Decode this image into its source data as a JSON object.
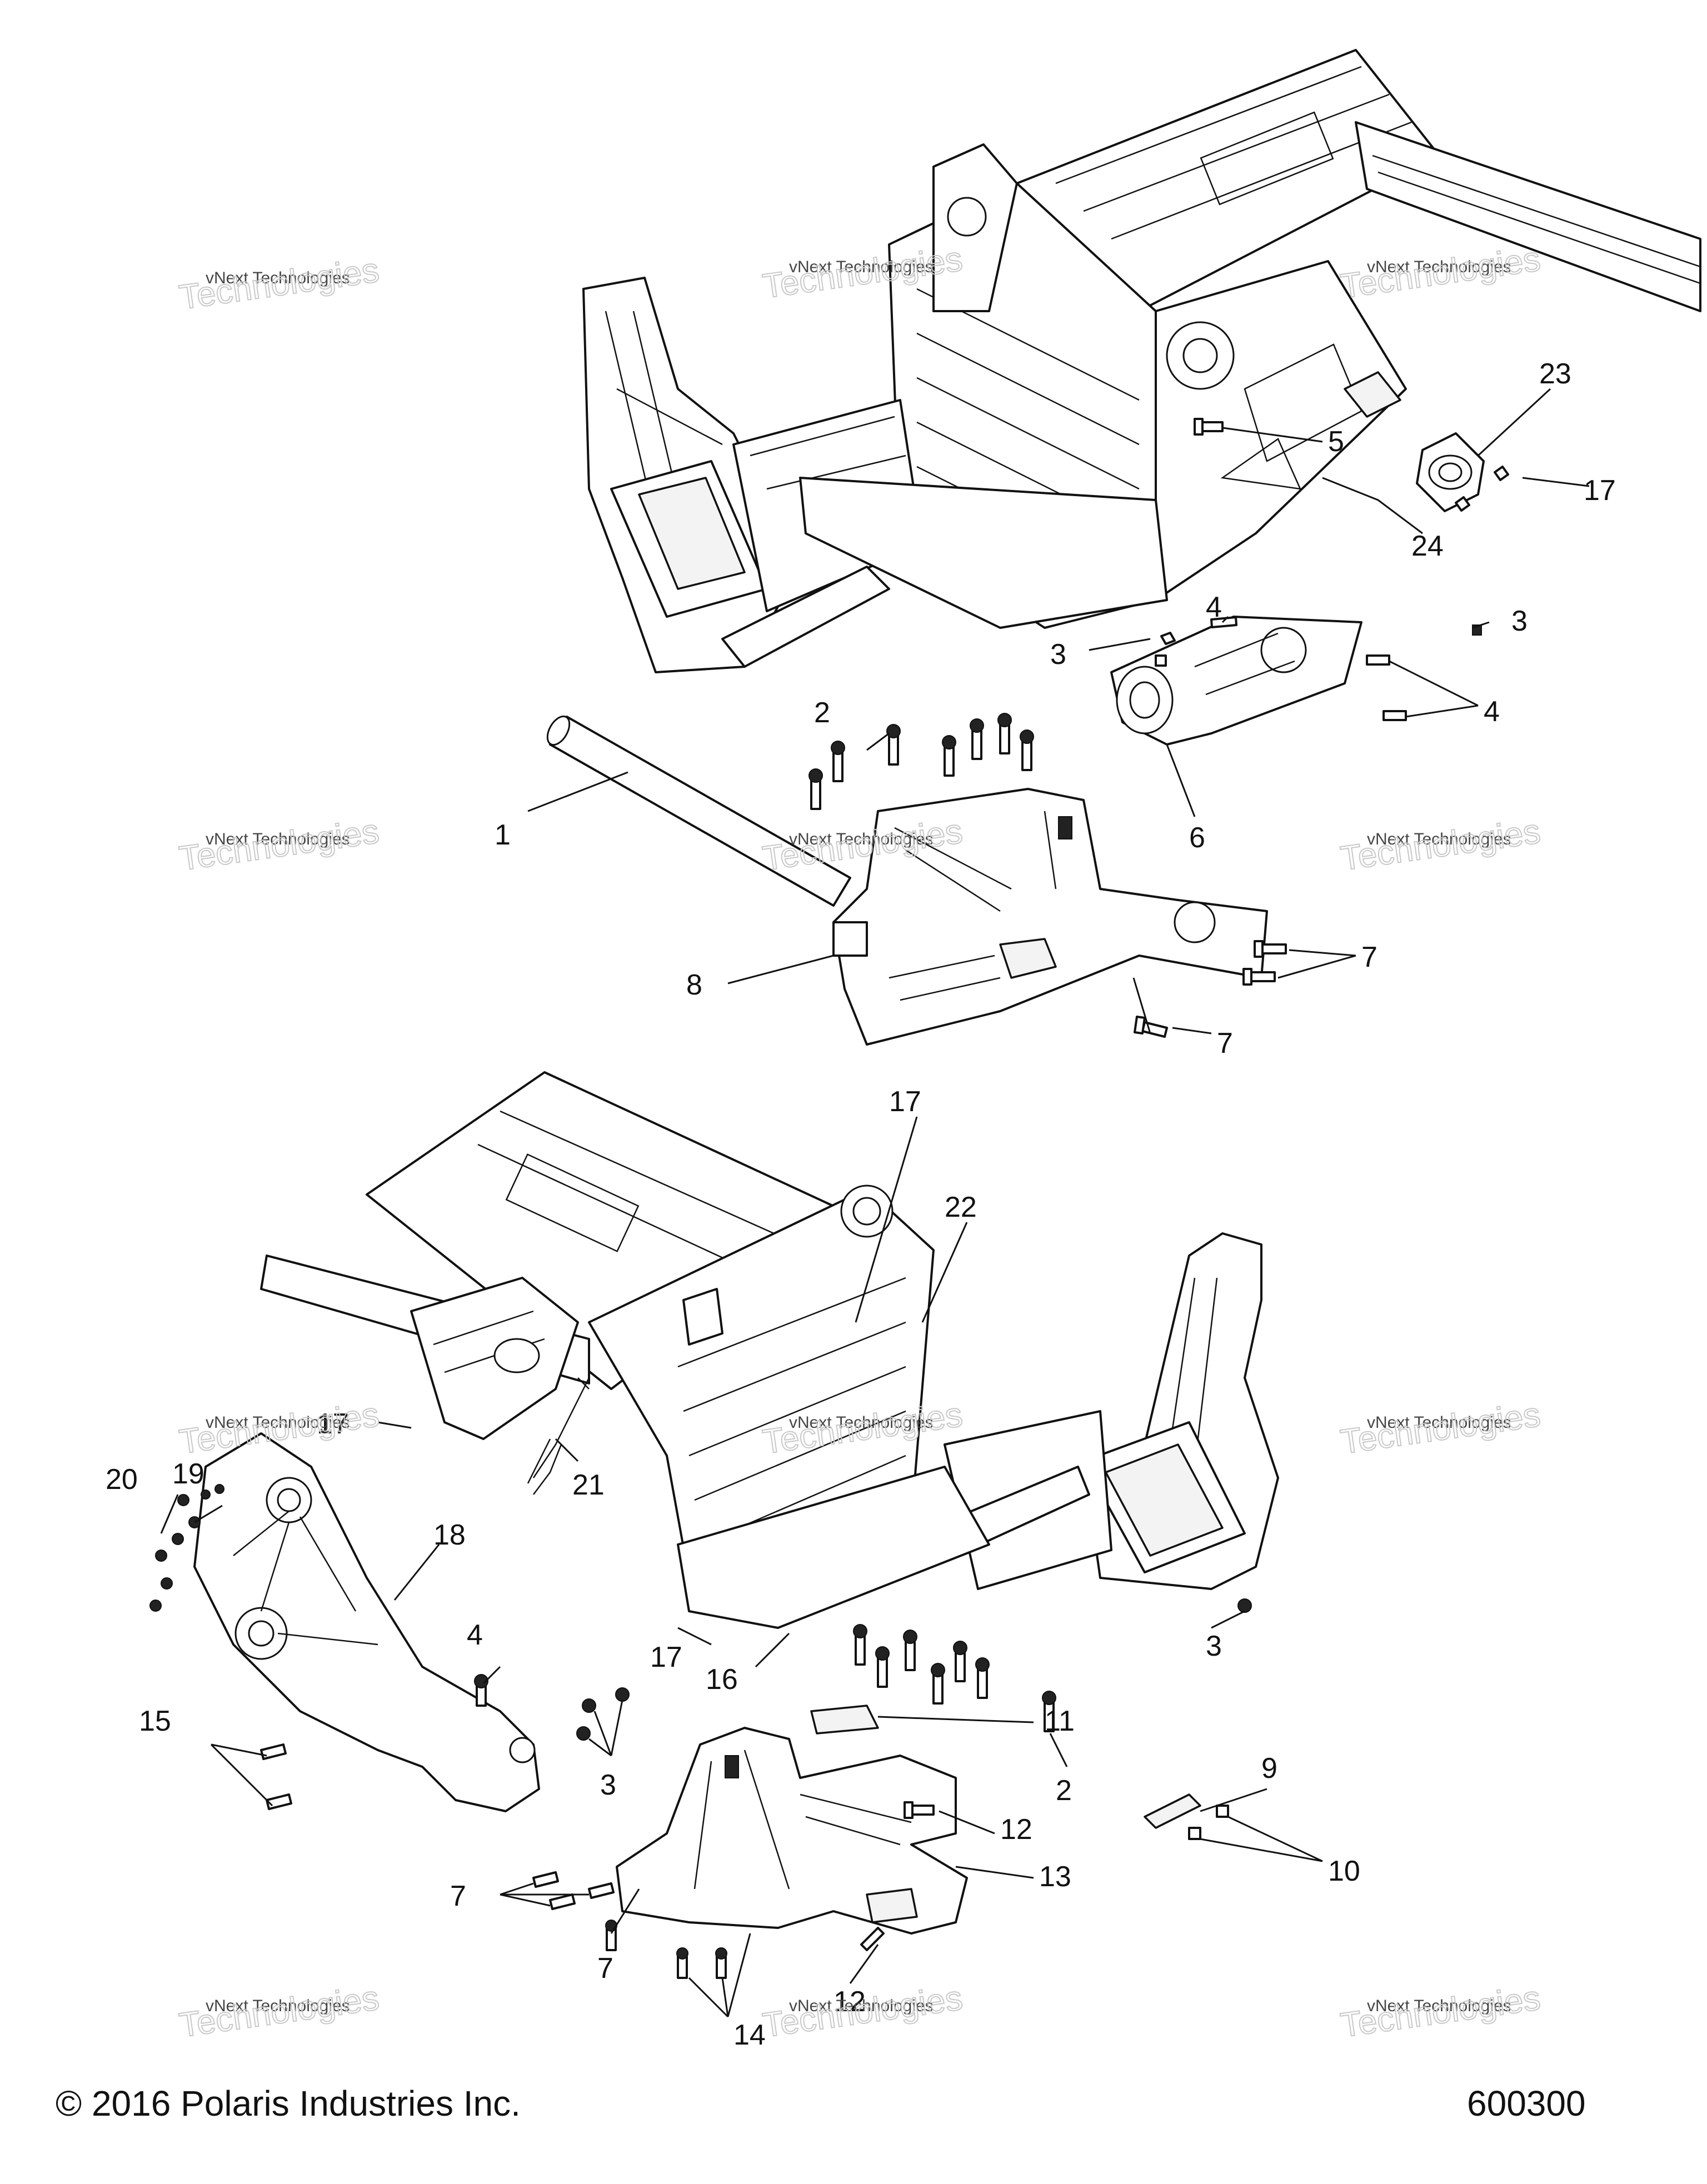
{
  "footer": {
    "copyright": "© 2016 Polaris Industries Inc.",
    "figure_number": "600300"
  },
  "watermark": {
    "line1": "vNext Technologies",
    "line2": "Technologies"
  },
  "callouts": {
    "c1": "1",
    "c2a": "2",
    "c2b": "2",
    "c3a": "3",
    "c3b": "3",
    "c3c": "3",
    "c3d": "3",
    "c4a": "4",
    "c4b": "4",
    "c4c": "4",
    "c5": "5",
    "c6": "6",
    "c7a": "7",
    "c7b": "7",
    "c7c": "7",
    "c7d": "7",
    "c8": "8",
    "c9": "9",
    "c10": "10",
    "c11": "11",
    "c12a": "12",
    "c12b": "12",
    "c13": "13",
    "c14": "14",
    "c15": "15",
    "c16": "16",
    "c17a": "17",
    "c17b": "17",
    "c17c": "17",
    "c17d": "17",
    "c18": "18",
    "c19": "19",
    "c20": "20",
    "c21": "21",
    "c22": "22",
    "c23": "23",
    "c24": "24"
  }
}
